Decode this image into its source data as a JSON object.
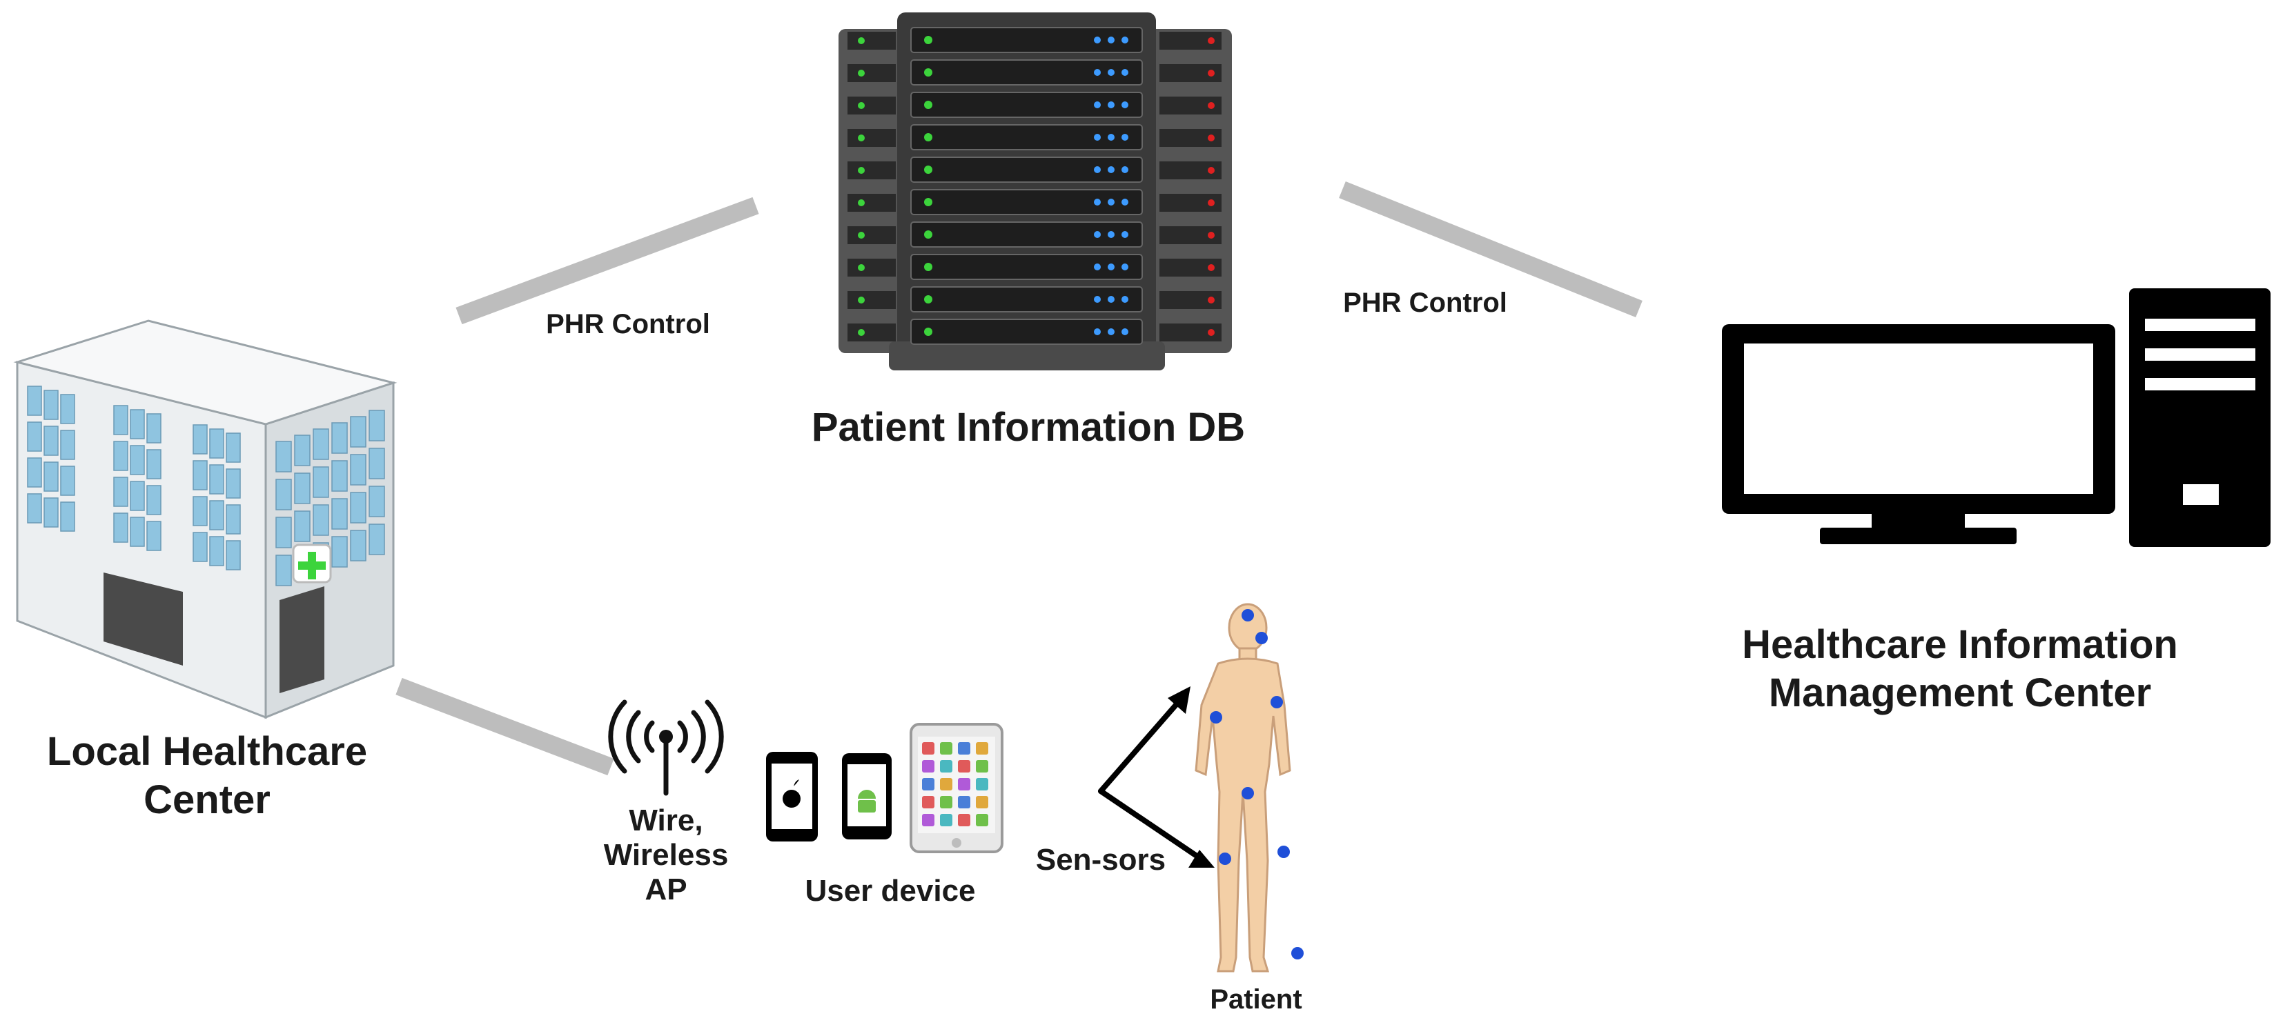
{
  "nodes": {
    "db": {
      "label": "Patient Information DB"
    },
    "local_center": {
      "line1": "Local Healthcare",
      "line2": "Center"
    },
    "info_center": {
      "line1": "Healthcare Information",
      "line2": "Management Center"
    },
    "ap": {
      "line1": "Wire,",
      "line2": "Wireless",
      "line3": "AP"
    },
    "user_device": {
      "label": "User device"
    },
    "patient": {
      "label": "Patient"
    }
  },
  "edges": {
    "left_link": {
      "label": "PHR Control"
    },
    "right_link": {
      "label": "PHR Control"
    },
    "sensors": {
      "label": "Sen-sors"
    }
  },
  "colors": {
    "link_gray": "#bdbdbd",
    "server_dark": "#2b2b2b",
    "led_blue": "#3d9bff",
    "led_green": "#3cd43c",
    "led_red": "#e02020",
    "glass_blue": "#8fc4e0",
    "skin": "#f3cfa6",
    "sensor_dot": "#1f4fd8"
  }
}
